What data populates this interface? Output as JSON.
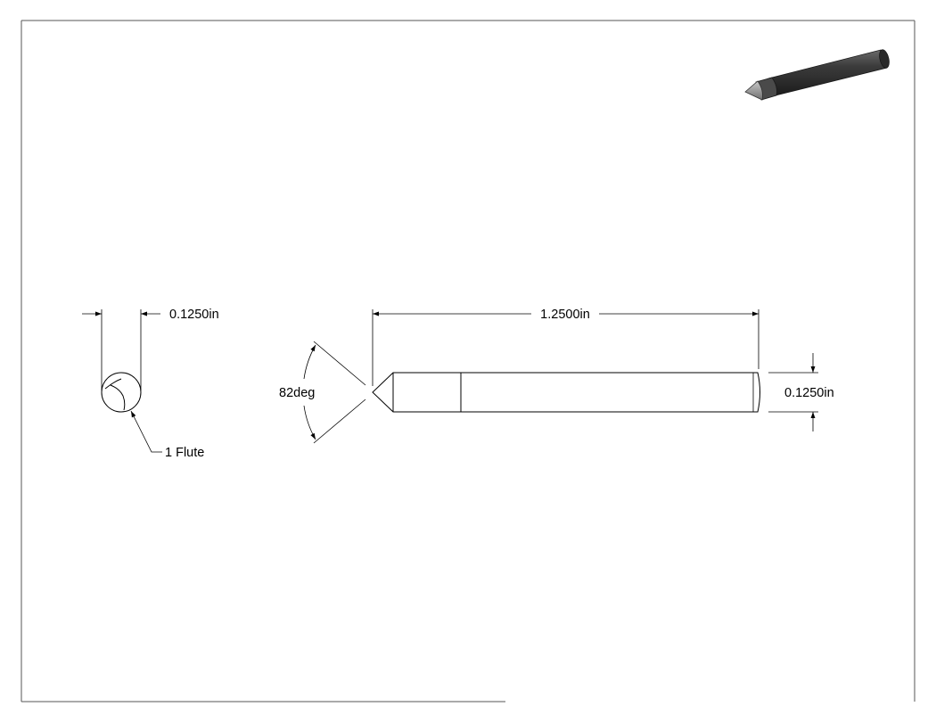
{
  "drawing": {
    "end_view": {
      "diameter_label": "0.1250in",
      "flute_label": "1 Flute"
    },
    "side_view": {
      "length_label": "1.2500in",
      "angle_label": "82deg",
      "diameter_label": "0.1250in"
    },
    "iso_view": {
      "body_color": "#3c3c3c",
      "tip_color": "#9a9a9a"
    },
    "line_color": "#000000"
  }
}
